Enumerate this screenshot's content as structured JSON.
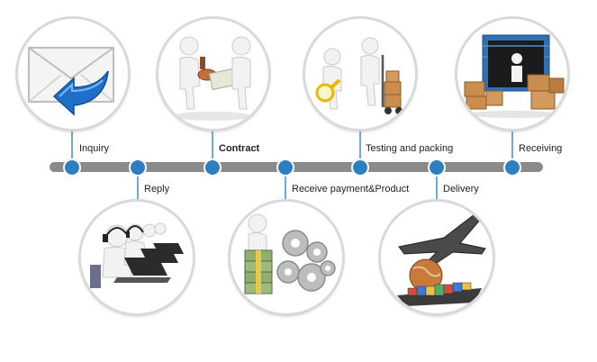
{
  "steps": [
    {
      "id": "inquiry",
      "label": "Inquiry",
      "icon": "envelope-reply-icon"
    },
    {
      "id": "reply",
      "label": "Reply",
      "icon": "call-center-operators-icon"
    },
    {
      "id": "contract",
      "label": "Contract",
      "icon": "handshake-contract-icon"
    },
    {
      "id": "payment",
      "label": "Receive payment&Product",
      "icon": "cash-and-gears-icon"
    },
    {
      "id": "testing",
      "label": "Testing and packing",
      "icon": "magnifier-boxes-icon"
    },
    {
      "id": "delivery",
      "label": "Delivery",
      "icon": "plane-ship-globe-icon"
    },
    {
      "id": "receiving",
      "label": "Receiving",
      "icon": "container-boxes-icon"
    }
  ],
  "colors": {
    "timeline_bar": "#8a8a8a",
    "node_fill": "#2e7fc1",
    "node_stroke": "#ffffff",
    "connector": "#3b8fd0",
    "envelope_arrow": "#1f6fc8"
  }
}
